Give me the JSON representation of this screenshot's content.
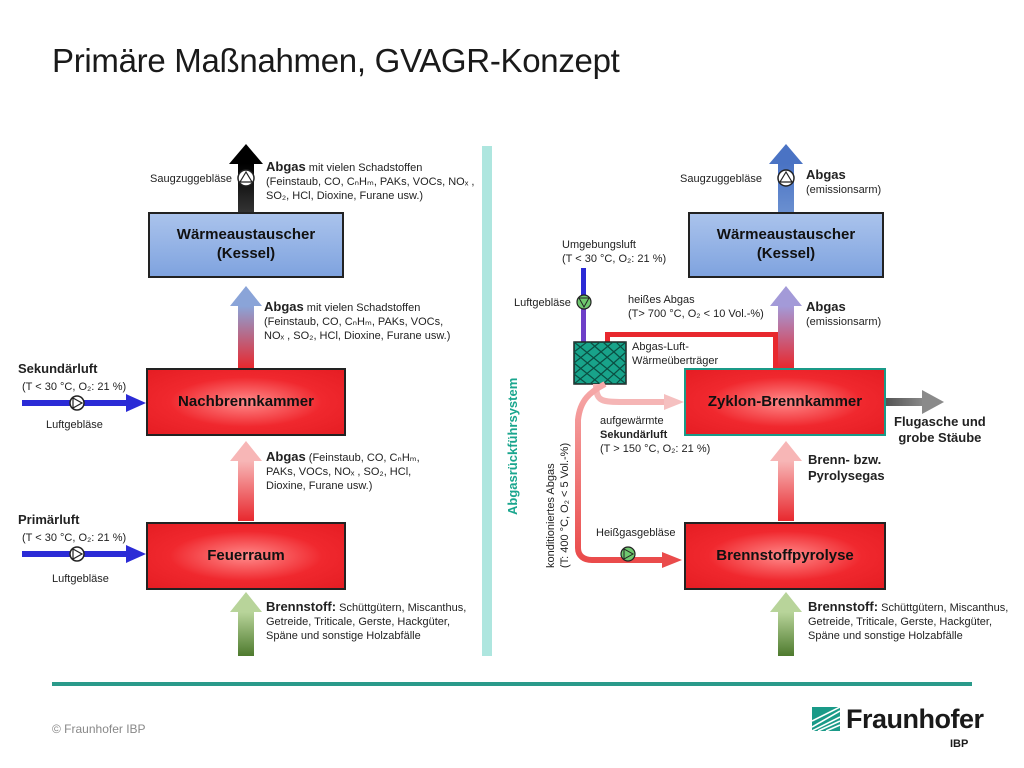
{
  "title": "Primäre Maßnahmen, GVAGR-Konzept",
  "footer": {
    "copyright": "© Fraunhofer IBP",
    "logo_name": "Fraunhofer",
    "logo_sub": "IBP"
  },
  "separator_label": "Abgasrückführsystem",
  "left": {
    "fan_top_label": "Saugzuggebläse",
    "top_text": {
      "bold": "Abgas",
      "rest": " mit vielen Schadstoffen",
      "l2": "(Feinstaub, CO, CₙHₘ, PAKs, VOCs, NOₓ ,",
      "l3": "SO₂, HCl, Dioxine, Furane usw.)"
    },
    "box_heat_1": "Wärmeaustauscher",
    "box_heat_2": "(Kessel)",
    "mid_text": {
      "bold": "Abgas",
      "rest": " mit vielen Schadstoffen",
      "l2": "(Feinstaub, CO, CₙHₘ, PAKs, VOCs,",
      "l3": "NOₓ , SO₂, HCl, Dioxine, Furane usw.)"
    },
    "secondary": {
      "title": "Sekundärluft",
      "cond": "(T < 30 °C, O₂: 21 %)",
      "fan": "Luftgebläse"
    },
    "box_after": "Nachbrennkammer",
    "low_text": {
      "bold": "Abgas",
      "rest": " (Feinstaub, CO, CₙHₘ,",
      "l2": "PAKs, VOCs, NOₓ , SO₂, HCl,",
      "l3": "Dioxine, Furane usw.)"
    },
    "primary": {
      "title": "Primärluft",
      "cond": "(T < 30 °C, O₂: 21 %)",
      "fan": "Luftgebläse"
    },
    "box_fire": "Feuerraum",
    "fuel": {
      "bold": "Brennstoff:",
      "rest": " Schüttgütern, Miscanthus,",
      "l2": "Getreide, Triticale, Gerste, Hackgüter,",
      "l3": "Späne und sonstige Holzabfälle"
    }
  },
  "right": {
    "fan_top_label": "Saugzuggebläse",
    "top_text": {
      "bold": "Abgas",
      "l2": "(emissionsarm)"
    },
    "box_heat_1": "Wärmeaustauscher",
    "box_heat_2": "(Kessel)",
    "ambient": {
      "l1": "Umgebungsluft",
      "l2": "(T < 30 °C, O₂: 21 %)"
    },
    "air_fan": "Luftgebläse",
    "hot_gas": {
      "l1": "heißes Abgas",
      "l2": "(T> 700 °C, O₂ < 10 Vol.-%)"
    },
    "mid_text": {
      "bold": "Abgas",
      "l2": "(emissionsarm)"
    },
    "hex": {
      "l1": "Abgas-Luft-",
      "l2": "Wärmeüberträger"
    },
    "box_cyclone": "Zyklon-Brennkammer",
    "ash": {
      "l1": "Flugasche und",
      "l2": "grobe Stäube"
    },
    "warm_air": {
      "l1": "aufgewärmte",
      "l2": "Sekundärluft",
      "l3": "(T > 150 °C, O₂: 21 %)"
    },
    "pyro_gas": {
      "l1": "Brenn- bzw.",
      "l2": "Pyrolysegas"
    },
    "conditioned": {
      "l1": "konditioniertes Abgas",
      "l2": "(T: 400 °C, O₂ < 5 Vol.-%)"
    },
    "hot_fan": "Heißgasgebläse",
    "box_pyro": "Brennstoffpyrolyse",
    "fuel": {
      "bold": "Brennstoff:",
      "rest": " Schüttgütern, Miscanthus,",
      "l2": "Getreide, Triticale, Gerste, Hackgüter,",
      "l3": "Späne und sonstige Holzabfälle"
    }
  },
  "colors": {
    "air_blue": "#2b2bd6",
    "exhaust_red": "#e8282e",
    "teal": "#2a9a8a",
    "green_arrow": "#6f9a4a"
  }
}
